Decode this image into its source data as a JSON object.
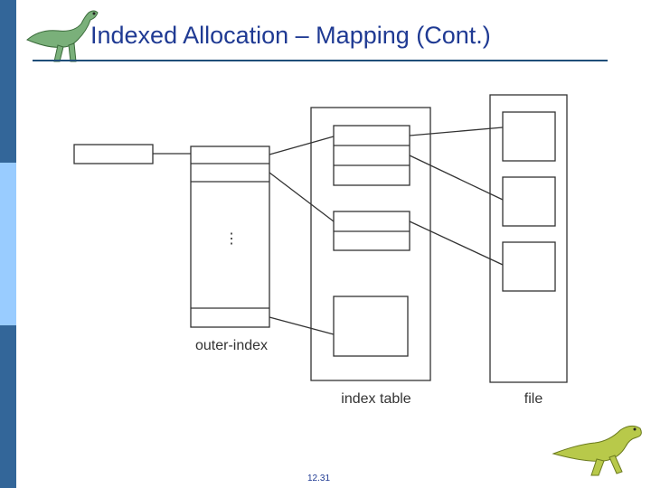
{
  "slide": {
    "title": "Indexed Allocation – Mapping (Cont.)",
    "page_number": "12.31"
  },
  "diagram": {
    "labels": {
      "outer_index": "outer-index",
      "index_table": "index table",
      "file": "file"
    },
    "ellipsis": "⋮"
  },
  "decor": {
    "logo_top": "dinosaur-icon",
    "logo_bottom": "dinosaur-icon"
  }
}
